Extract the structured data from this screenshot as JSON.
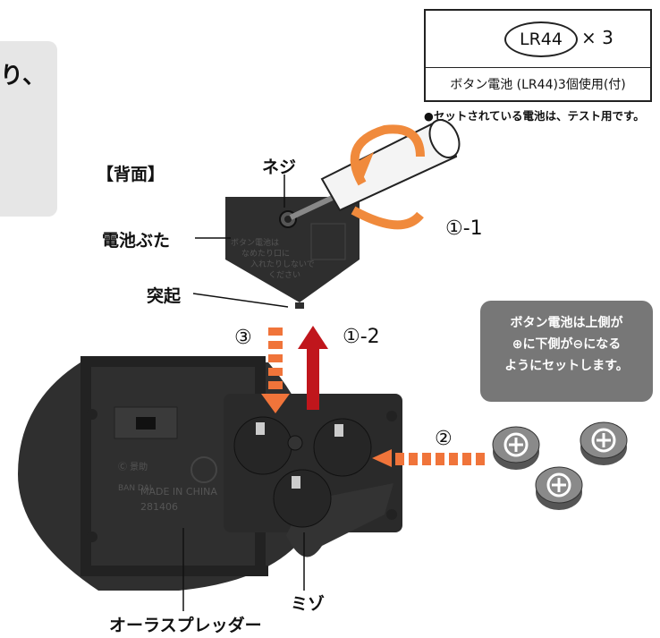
{
  "battery_box": {
    "type_label": "LR44",
    "quantity": "× 3",
    "usage_text": "ボタン電池 (LR44)3個使用(付)"
  },
  "test_note": "●セットされている電池は、テスト用です。",
  "labels": {
    "back_side": "【背面】",
    "screw": "ネジ",
    "battery_cover": "電池ぶた",
    "protrusion": "突起",
    "groove": "ミゾ",
    "product_name": "オーラスプレッダー"
  },
  "steps": {
    "step_1_1": "①-1",
    "step_1_2": "①-2",
    "step_2": "②",
    "step_3": "③"
  },
  "orientation_note": {
    "line1": "ボタン電池は上側が",
    "line2": "⊕に下側が⊖になる",
    "line3": "ようにセットします。"
  },
  "device_marks": {
    "maker": "Ⓒ 景助",
    "made_in": "MADE IN CHINA",
    "model_code": "281406",
    "brand": "BAN DAI"
  },
  "cover_text": {
    "line1": "ボタン電池は",
    "line2": "なめたり口に",
    "line3": "入れたりしないで",
    "line4": "ください"
  },
  "side_fragment": "り、",
  "colors": {
    "arrow_up": "#c0161c",
    "arrow_dashed": "#f0743a",
    "rotate_arrow": "#f08a3c",
    "device_body": "#2b2b2b",
    "note_panel": "#777777"
  }
}
